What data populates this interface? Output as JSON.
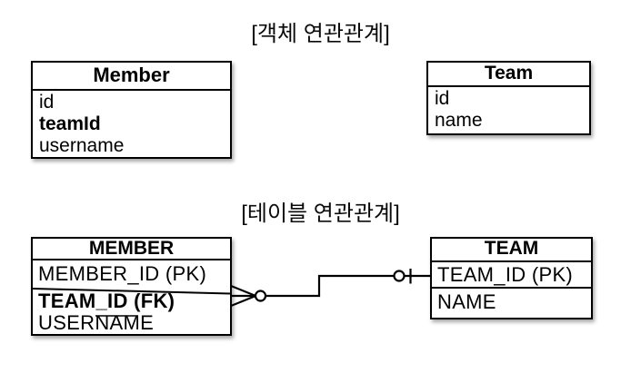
{
  "object_section": {
    "title": "[객체 연관관계]",
    "member": {
      "title": "Member",
      "fields": [
        {
          "label": "id",
          "bold": false
        },
        {
          "label": "teamId",
          "bold": true
        },
        {
          "label": "username",
          "bold": false
        }
      ]
    },
    "team": {
      "title": "Team",
      "fields": [
        {
          "label": "id"
        },
        {
          "label": "name"
        }
      ]
    }
  },
  "table_section": {
    "title": "[테이블 연관관계]",
    "member": {
      "title": "MEMBER",
      "pk_field": "MEMBER_ID (PK)",
      "fk_field": "TEAM_ID (FK)",
      "other_field": "USERNAME"
    },
    "team": {
      "title": "TEAM",
      "pk_field": "TEAM_ID (PK)",
      "other_field": "NAME"
    },
    "relation": {
      "member_end_icon": "crow-foot-circle (many, optional)",
      "team_end_icon": "circle-bar (zero or one)"
    }
  },
  "colors": {
    "line": "#000000",
    "background": "#ffffff",
    "text": "#000000"
  }
}
